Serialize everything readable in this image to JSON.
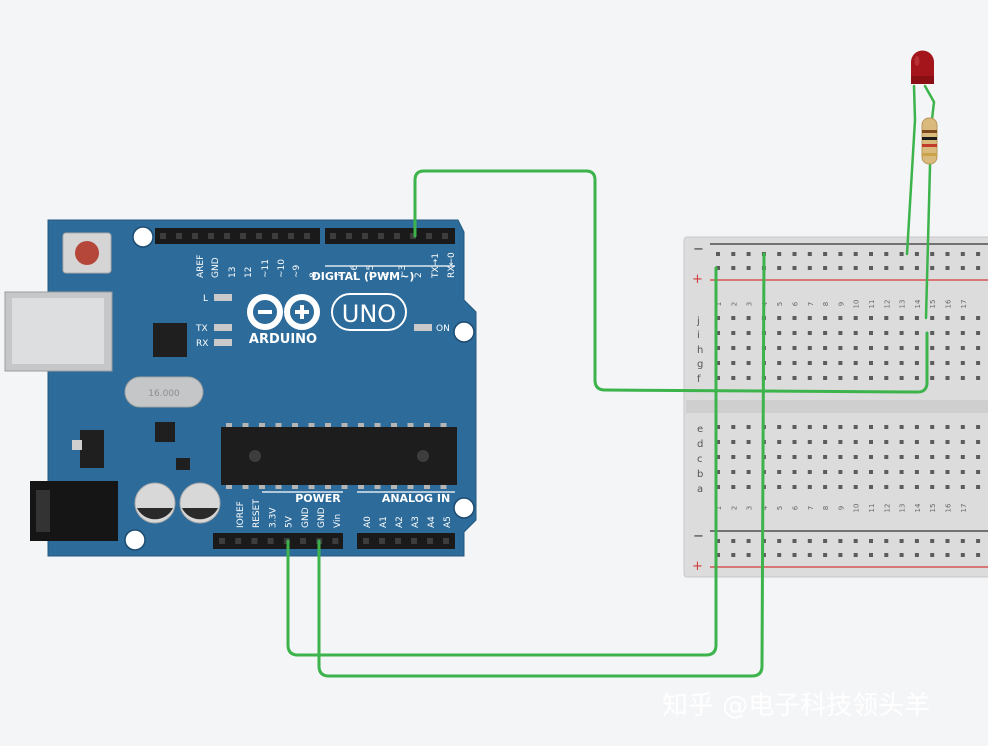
{
  "arduino": {
    "brand": "ARDUINO",
    "model": "UNO",
    "digital_header": "DIGITAL (PWM~)",
    "digital_pins": [
      "AREF",
      "GND",
      "13",
      "12",
      "~11",
      "~10",
      "~9",
      "8",
      "7",
      "~6",
      "~5",
      "4",
      "~3",
      "2",
      "TX→1",
      "RX←0"
    ],
    "power_header": "POWER",
    "power_pins": [
      "IOREF",
      "RESET",
      "3.3V",
      "5V",
      "GND",
      "GND",
      "Vin"
    ],
    "analog_header": "ANALOG IN",
    "analog_pins": [
      "A0",
      "A1",
      "A2",
      "A3",
      "A4",
      "A5"
    ],
    "led_labels": {
      "l": "L",
      "tx": "TX",
      "rx": "RX",
      "on": "ON"
    },
    "crystal_label": "16.000"
  },
  "breadboard": {
    "minus": "−",
    "plus": "+",
    "columns": [
      "1",
      "2",
      "3",
      "4",
      "5",
      "6",
      "7",
      "8",
      "9",
      "10",
      "11",
      "12",
      "13",
      "14",
      "15",
      "16",
      "17"
    ],
    "rows_top": [
      "j",
      "i",
      "h",
      "g",
      "f"
    ],
    "rows_bottom": [
      "e",
      "d",
      "c",
      "b",
      "a"
    ]
  },
  "colors": {
    "board": "#2c6b9a",
    "wire": "#3cb44b",
    "led": "#a3151a",
    "rail_red": "#d23a3a",
    "rail_black": "#333333"
  },
  "components": {
    "led": "led-icon",
    "resistor": "resistor-icon"
  },
  "watermark": "知乎 @电子科技领头羊"
}
